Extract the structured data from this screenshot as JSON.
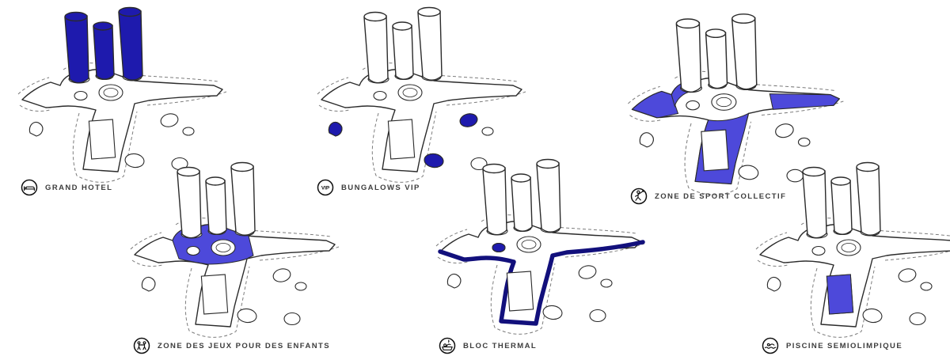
{
  "colors": {
    "deep-blue": "#1e1aad",
    "indigo": "#4d49da",
    "navy": "#12107c",
    "outline": "#2b2b2b",
    "label": "#3d3d3d"
  },
  "panels": [
    {
      "label": "GRAND HOTEL",
      "icon": "hotel-bed-icon",
      "highlight": "three-towers"
    },
    {
      "label": "BUNGALOWS VIP",
      "icon": "vip-badge-icon",
      "icon_text": "VIP",
      "highlight": "bungalow-pods"
    },
    {
      "label": "ZONE DE SPORT COLLECTIF",
      "icon": "sport-player-icon",
      "highlight": "deck-wings-and-arm"
    },
    {
      "label": "ZONE DES JEUX POUR DES ENFANTS",
      "icon": "children-playing-icon",
      "highlight": "central-deck"
    },
    {
      "label": "BLOC THERMAL",
      "icon": "thermal-bath-icon",
      "highlight": "perimeter-edge-and-basin"
    },
    {
      "label": "PISCINE SEMIOLIMPIQUE",
      "icon": "swimmer-icon",
      "highlight": "pool-rectangle"
    }
  ]
}
